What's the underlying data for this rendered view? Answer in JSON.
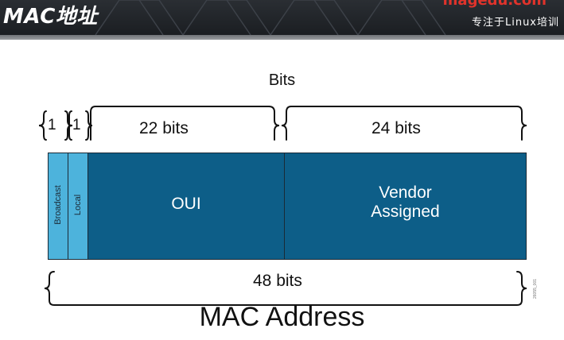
{
  "header": {
    "title": "MAC地址",
    "logo_top": "magedu.com",
    "logo_tagline": "专注于Linux培训"
  },
  "diagram": {
    "title": "Bits",
    "brace_labels": {
      "broadcast_bits": "1",
      "local_bits": "1",
      "oui_bits": "22 bits",
      "vendor_bits": "24 bits",
      "total_bits": "48 bits"
    },
    "segments": {
      "broadcast": "Broadcast",
      "local": "Local",
      "oui": "OUI",
      "vendor_line1": "Vendor",
      "vendor_line2": "Assigned"
    },
    "caption": "MAC Address",
    "figure_code": "26055_001"
  },
  "colors": {
    "header_bg": "#1b1e22",
    "logo_red": "#e0332b",
    "light_blue": "#4db3dc",
    "dark_blue": "#0d5e88"
  }
}
